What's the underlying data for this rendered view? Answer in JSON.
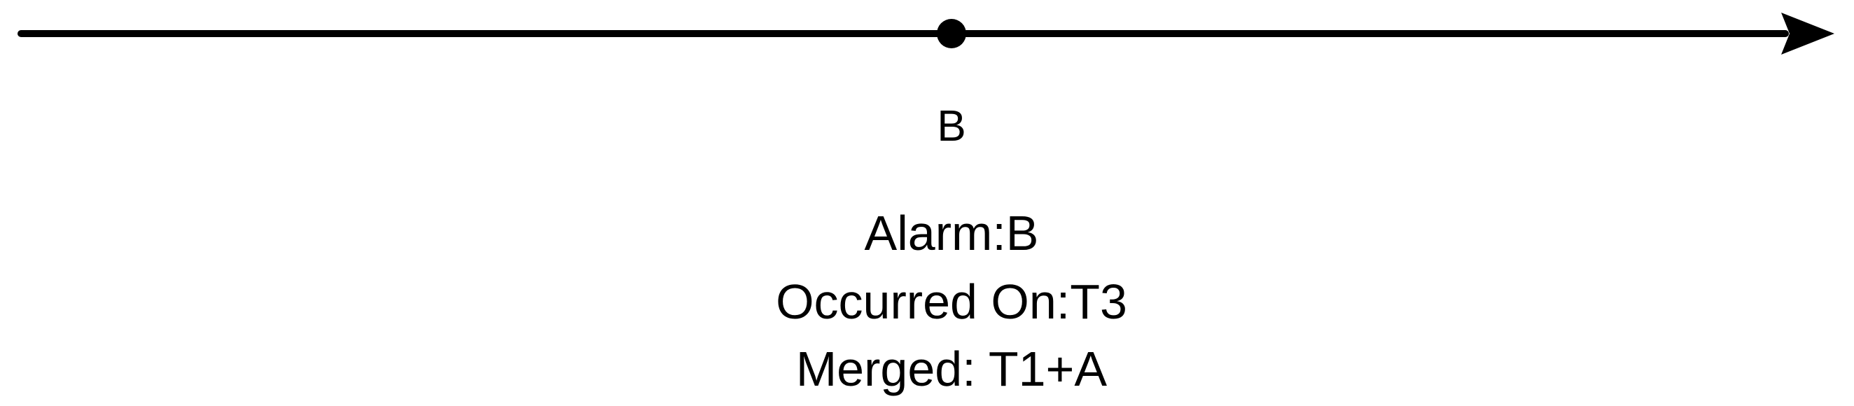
{
  "timeline": {
    "event": {
      "label": "B"
    },
    "details": {
      "alarm": "Alarm:B",
      "occurred_on": "Occurred On:T3",
      "merged": "Merged: T1+A"
    },
    "colors": {
      "line": "#000000",
      "text": "#000000",
      "background": "#ffffff"
    }
  }
}
